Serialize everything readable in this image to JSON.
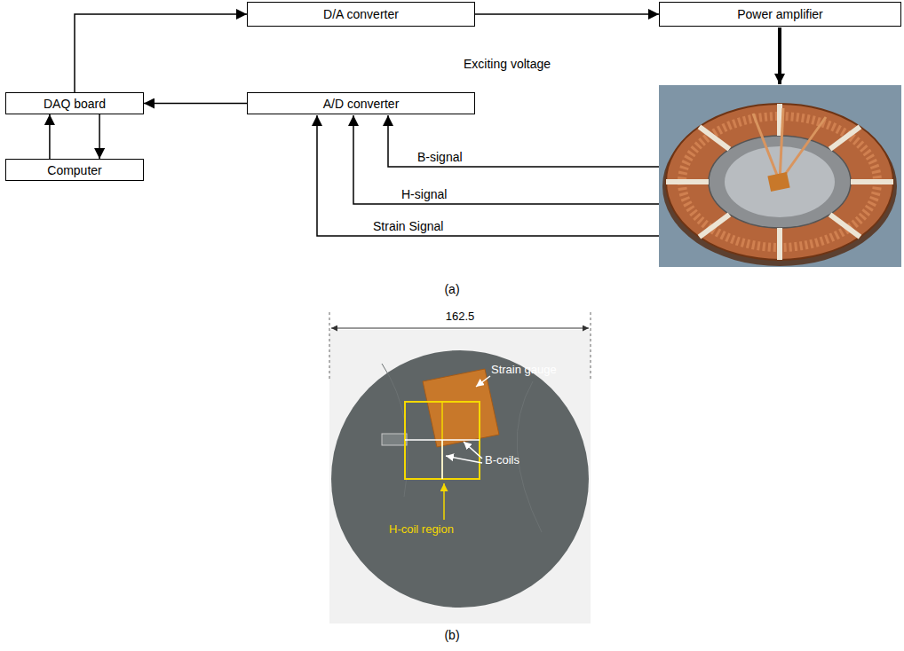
{
  "diagram": {
    "nodes": [
      {
        "text": [
          "D/A converter"
        ]
      },
      {
        "text": [
          "Power amplifier"
        ]
      },
      {
        "text": [
          "DAQ board"
        ]
      },
      {
        "text": [
          "A/D converter"
        ]
      },
      {
        "text": [
          "Computer"
        ]
      }
    ],
    "edges": [
      {
        "from": 2,
        "to": 0,
        "arrow": "to"
      },
      {
        "from": 0,
        "to": 1,
        "arrow": "to"
      },
      {
        "from": 3,
        "to": 2,
        "arrow": "to"
      },
      {
        "from": 2,
        "to": 4,
        "arrow": "to"
      },
      {
        "from": 4,
        "to": 2,
        "arrow": "to"
      }
    ],
    "labels": [
      "Exciting voltage",
      "B-signal",
      "H-signal",
      "Strain Signal",
      "(a)",
      "162.5",
      "Strain gauge",
      "B-coils",
      "H-coil region",
      "(b)"
    ]
  }
}
